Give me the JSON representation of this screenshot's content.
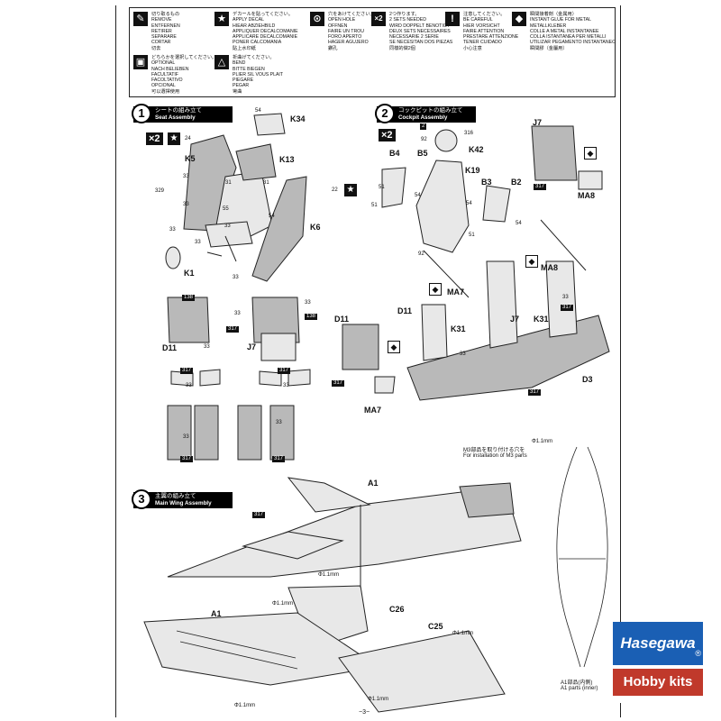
{
  "legend": [
    {
      "icon": "glue-icon",
      "glyph": "✎",
      "lines": [
        "切り取るもの",
        "REMOVE",
        "ENTFERNEN",
        "RETIRER",
        "SEPARARE",
        "CORTAR",
        "切去"
      ]
    },
    {
      "icon": "decal-star-icon",
      "glyph": "★",
      "lines": [
        "デカールを貼ってください。",
        "APPLY DECAL",
        "HIEAR ABZIEHBILD",
        "APPLIQUER DECALCOMANIE",
        "APPLICARE DECALCOMANIE",
        "PONER CALCOMANIA",
        "貼上水印紙"
      ]
    },
    {
      "icon": "drill-hole-icon",
      "glyph": "⊙",
      "lines": [
        "穴をあけてください。",
        "OPEN HOLE",
        "OFFNEN",
        "FAIRE UN TROU",
        "FORO APERTO",
        "HAGER AGUJERO",
        "鑽孔"
      ]
    },
    {
      "icon": "x2-icon",
      "glyph": "×2",
      "lines": [
        "2つ作ります。",
        "2 SETS NEEDED",
        "WIRD DOPPELT BENOTIGT",
        "DEUX SETS NECESSAIRES",
        "NECESSARIE 2 SERIE",
        "SE NECESITAN DOS PIEZAS",
        "同樣的做2個"
      ]
    },
    {
      "icon": "caution-icon",
      "glyph": "!",
      "lines": [
        "注意してください。",
        "BE CAREFUL",
        "HIER VORSICHT",
        "FAIRE ATTENTION",
        "PRESTARE ATTENZIONE",
        "TENER CUIDADO",
        "小心注意"
      ]
    },
    {
      "icon": "metal-glue-icon",
      "glyph": "◆",
      "lines": [
        "瞬間接着剤（金属用）",
        "INSTANT GLUE FOR METAL",
        "METALLKLEBER",
        "COLLE A METAL INSTANTANEE",
        "COLLA ISTANTANEA PER METALLI",
        "UTILIZAR PEGAMENTO INSTANTANEO",
        "瞬間膠（金屬用）"
      ]
    },
    {
      "icon": "optional-icon",
      "glyph": "▣",
      "lines": [
        "どちらかを選択してください。",
        "OPTIONAL",
        "NACH BELIEBEN",
        "FACULTATIF",
        "FACOLTATIVO",
        "OPCIONAL",
        "可以選擇使用"
      ]
    },
    {
      "icon": "bend-icon",
      "glyph": "△",
      "lines": [
        "折曲げてください。",
        "BEND",
        "BITTE BIEGEN",
        "PLIER SIL VOUS PLAIT",
        "PIEGARE",
        "PEGAR",
        "彎曲"
      ]
    }
  ],
  "steps": [
    {
      "n": "1",
      "jp": "シートの組み立て",
      "en": "Seat Assembly"
    },
    {
      "n": "2",
      "jp": "コックピットの組み立て",
      "en": "Cockpit Assembly"
    },
    {
      "n": "3",
      "jp": "主翼の組み立て",
      "en": "Main Wing Assembly"
    }
  ],
  "parts": {
    "k34": "K34",
    "k5": "K5",
    "k13": "K13",
    "k6": "K6",
    "k1": "K1",
    "d11a": "D11",
    "j7a": "J7",
    "k42": "K42",
    "b4": "B4",
    "b5": "B5",
    "k19": "K19",
    "b3": "B3",
    "b2": "B2",
    "j7b": "J7",
    "ma8a": "MA8",
    "ma8b": "MA8",
    "ma7a": "MA7",
    "d11b": "D11",
    "k31a": "K31",
    "k31b": "K31",
    "j7c": "J7",
    "d3": "D3",
    "d11c": "D11",
    "ma7b": "MA7",
    "a1a": "A1",
    "a1b": "A1",
    "c26": "C26",
    "c25": "C25"
  },
  "paint_codes": {
    "c54a": "54",
    "c24": "24",
    "c33a": "33",
    "c329": "329",
    "c33b": "33",
    "c33c": "33",
    "c33d": "33",
    "c55": "55",
    "c33e": "33",
    "c33f": "33",
    "c31": "31",
    "c22": "22",
    "c54b": "54",
    "c31b": "31",
    "c138a": "138",
    "c33g": "33",
    "c33h": "33",
    "c138b": "138",
    "c317a": "317",
    "c33i": "33",
    "c33j": "33",
    "c317b": "317",
    "c33k": "33",
    "c317c": "317",
    "c33l": "33",
    "c33m": "33",
    "c317d": "317",
    "c2": "2",
    "c92": "92",
    "c316": "316",
    "c51": "51",
    "c54c": "54",
    "c92b": "92",
    "c51b": "51",
    "c54d": "54",
    "c51c": "51",
    "c54e": "54",
    "c317e": "317",
    "c317f": "317",
    "c33n": "33",
    "c317g": "317",
    "c317h": "317",
    "c33o": "33",
    "c317i": "317",
    "c317j": "317"
  },
  "notes": {
    "m3_jp": "M3部品を取り付ける穴を",
    "m3_en": "For installation of M3 parts",
    "hole_a": "Φ1.1mm",
    "hole_b": "Φ1.1mm",
    "hole_c": "Φ1.1mm",
    "hole_d": "Φ1.1mm",
    "hole_e": "Φ1.1mm",
    "hole_f": "Φ1.1mm",
    "a1_parts_jp": "A1部品(内側)",
    "a1_parts_en": "A1 parts (inner)"
  },
  "footer": {
    "page": "−3−"
  },
  "brand": {
    "name": "Hasegawa",
    "reg": "®",
    "line2": "Hobby kits"
  }
}
